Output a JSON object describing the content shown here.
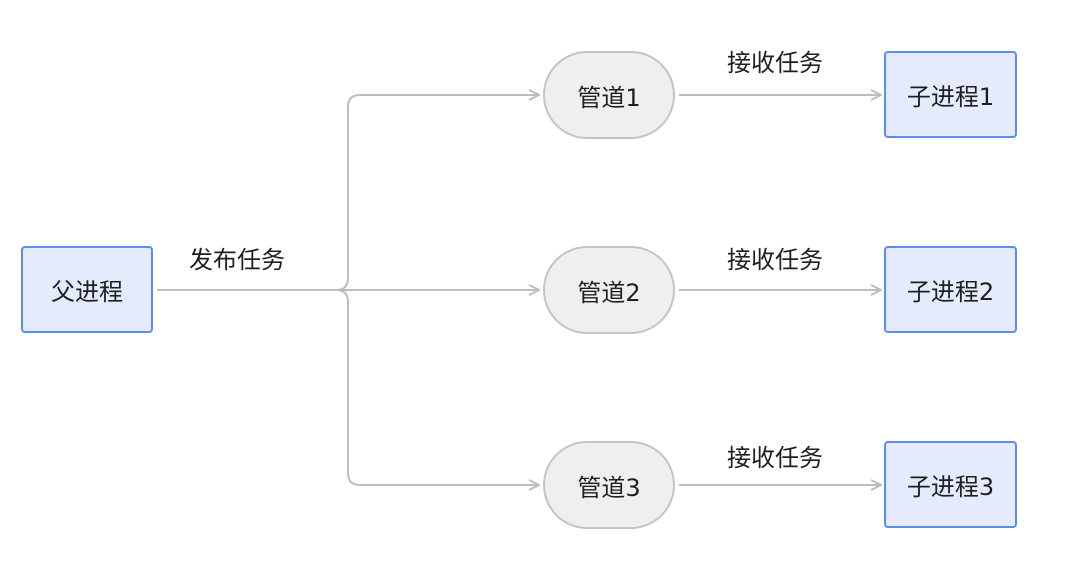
{
  "colors": {
    "process_fill": "#e3ebfd",
    "process_border": "#5b8def",
    "pipe_fill": "#efefef",
    "pipe_border": "#c4c4c4",
    "edge": "#bdbdbd",
    "text": "#1f1f1f"
  },
  "parent": {
    "label": "父进程"
  },
  "dispatch_label": "发布任务",
  "pipes": [
    {
      "label": "管道1"
    },
    {
      "label": "管道2"
    },
    {
      "label": "管道3"
    }
  ],
  "receive_labels": [
    "接收任务",
    "接收任务",
    "接收任务"
  ],
  "children": [
    {
      "label": "子进程1"
    },
    {
      "label": "子进程2"
    },
    {
      "label": "子进程3"
    }
  ]
}
